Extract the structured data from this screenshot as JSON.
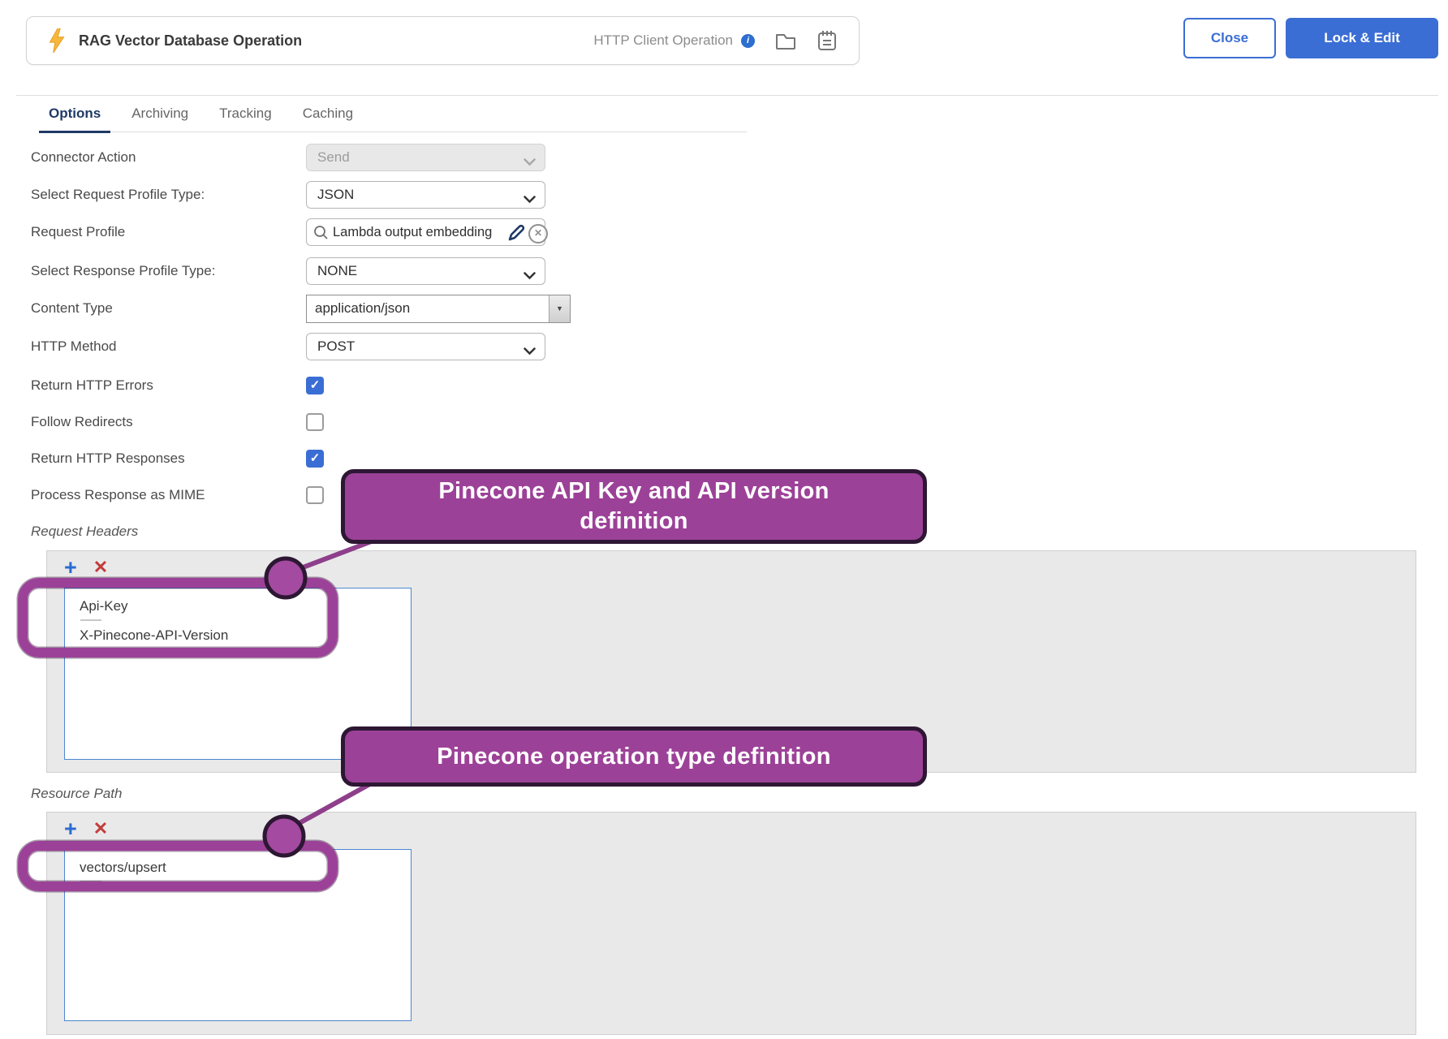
{
  "header": {
    "title": "RAG Vector Database Operation",
    "type_label": "HTTP Client Operation",
    "close_label": "Close",
    "lock_edit_label": "Lock & Edit"
  },
  "tabs": {
    "items": [
      {
        "label": "Options",
        "active": true
      },
      {
        "label": "Archiving",
        "active": false
      },
      {
        "label": "Tracking",
        "active": false
      },
      {
        "label": "Caching",
        "active": false
      }
    ]
  },
  "form": {
    "rows": [
      {
        "label": "Connector Action",
        "value": "Send",
        "disabled": true
      },
      {
        "label": "Select Request Profile Type:",
        "value": "JSON"
      },
      {
        "label": "Request Profile",
        "value": "Lambda output embedding"
      },
      {
        "label": "Select Response Profile Type:",
        "value": "NONE"
      },
      {
        "label": "Content Type",
        "value": "application/json"
      },
      {
        "label": "HTTP Method",
        "value": "POST"
      }
    ],
    "checkboxes": [
      {
        "label": "Return HTTP Errors",
        "checked": true
      },
      {
        "label": "Follow Redirects",
        "checked": false
      },
      {
        "label": "Return HTTP Responses",
        "checked": true
      },
      {
        "label": "Process Response as MIME",
        "checked": false
      }
    ]
  },
  "request_headers": {
    "label": "Request Headers",
    "items": [
      "Api-Key",
      "X-Pinecone-API-Version"
    ]
  },
  "resource_path": {
    "label": "Resource Path",
    "items": [
      "vectors/upsert"
    ]
  },
  "annotations": {
    "callout_api_key": "Pinecone API Key and API version definition",
    "callout_operation": "Pinecone operation type definition"
  },
  "icons": {
    "add": "+",
    "remove": "✕",
    "check": "✓",
    "info": "i",
    "clear": "✕"
  },
  "colors": {
    "accent_blue": "#3b6ed4",
    "annotation_purple": "#9c4198",
    "danger_red": "#c23b3b",
    "tab_active_navy": "#1f3a66"
  }
}
